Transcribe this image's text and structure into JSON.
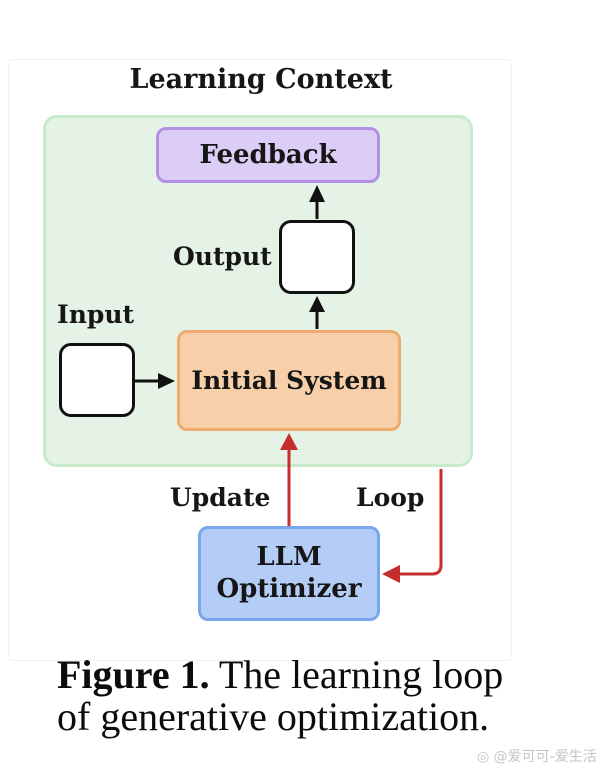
{
  "diagram": {
    "context_title": "Learning Context",
    "nodes": {
      "feedback": "Feedback",
      "output_label": "Output",
      "input_label": "Input",
      "initial_system": "Initial System",
      "llm_optimizer_line1": "LLM",
      "llm_optimizer_line2": "Optimizer"
    },
    "edge_labels": {
      "update": "Update",
      "loop": "Loop"
    },
    "edges": [
      {
        "from": "input",
        "to": "initial_system",
        "color": "#111111"
      },
      {
        "from": "initial_system",
        "to": "output",
        "color": "#111111"
      },
      {
        "from": "output",
        "to": "feedback",
        "color": "#111111"
      },
      {
        "from": "llm_optimizer",
        "to": "initial_system",
        "label": "Update",
        "color": "#c62d2d"
      },
      {
        "from": "learning_context",
        "to": "llm_optimizer",
        "label": "Loop",
        "color": "#c62d2d"
      }
    ],
    "colors": {
      "context_fill": "#e4f3e5",
      "feedback_fill": "#dccdf6",
      "system_fill": "#f7cfa8",
      "optimizer_fill": "#b3cdf7",
      "loop_arrow": "#c62d2d"
    }
  },
  "caption": {
    "label": "Figure 1.",
    "text_line1": " The learning loop",
    "text_line2": "of generative optimization."
  },
  "watermark": "@爱可可-爱生活"
}
